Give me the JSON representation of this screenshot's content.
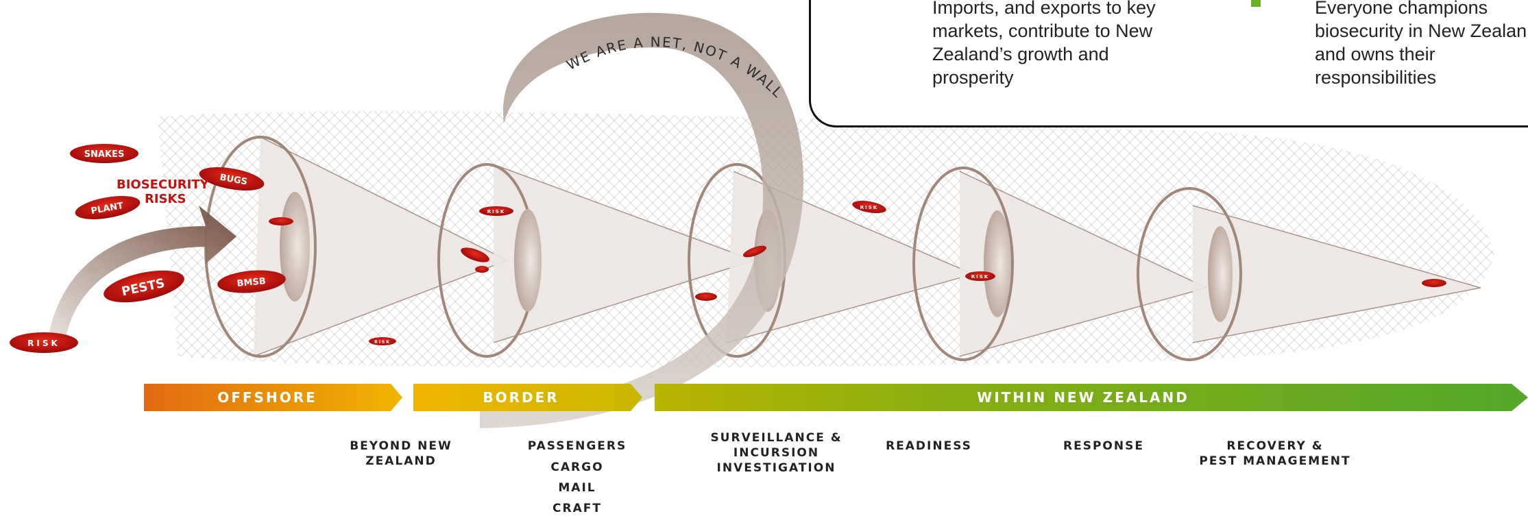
{
  "info_panel": {
    "left_text": "Imports, and exports to key markets, contribute to New Zealand’s growth and prosperity",
    "right_lines": [
      "Everyone champions",
      "biosecurity in New Zealan",
      "and owns their",
      "responsibilities"
    ]
  },
  "arc_text": "WE ARE A NET, NOT A WALL",
  "biosecurity_risks": {
    "line1": "BIOSECURITY",
    "line2": "RISKS"
  },
  "risk_blobs": [
    "SNAKES",
    "BUGS",
    "PLANT",
    "PESTS",
    "BMSB",
    "RISK"
  ],
  "small_risk_label": "RISK",
  "bands": [
    {
      "label": "OFFSHORE",
      "color_start": "#e06a12",
      "color_end": "#f0b400"
    },
    {
      "label": "BORDER",
      "color_start": "#f0b400",
      "color_end": "#c8b800"
    },
    {
      "label": "WITHIN NEW ZEALAND",
      "color_start": "#b8b400",
      "color_end": "#55a82a"
    }
  ],
  "stages": {
    "beyond": [
      "BEYOND NEW",
      "ZEALAND"
    ],
    "passengers": "PASSENGERS",
    "cargo": "CARGO",
    "mail": "MAIL",
    "craft": "CRAFT",
    "surveillance": [
      "SURVEILLANCE &",
      "INCURSION",
      "INVESTIGATION"
    ],
    "readiness": "READINESS",
    "response": "RESPONSE",
    "recovery": [
      "RECOVERY &",
      "PEST MANAGEMENT"
    ]
  },
  "colors": {
    "risk_red": "#c41212",
    "arc": "#b3a39a",
    "net": "#d9d4d0",
    "ring": "#a0877a"
  }
}
